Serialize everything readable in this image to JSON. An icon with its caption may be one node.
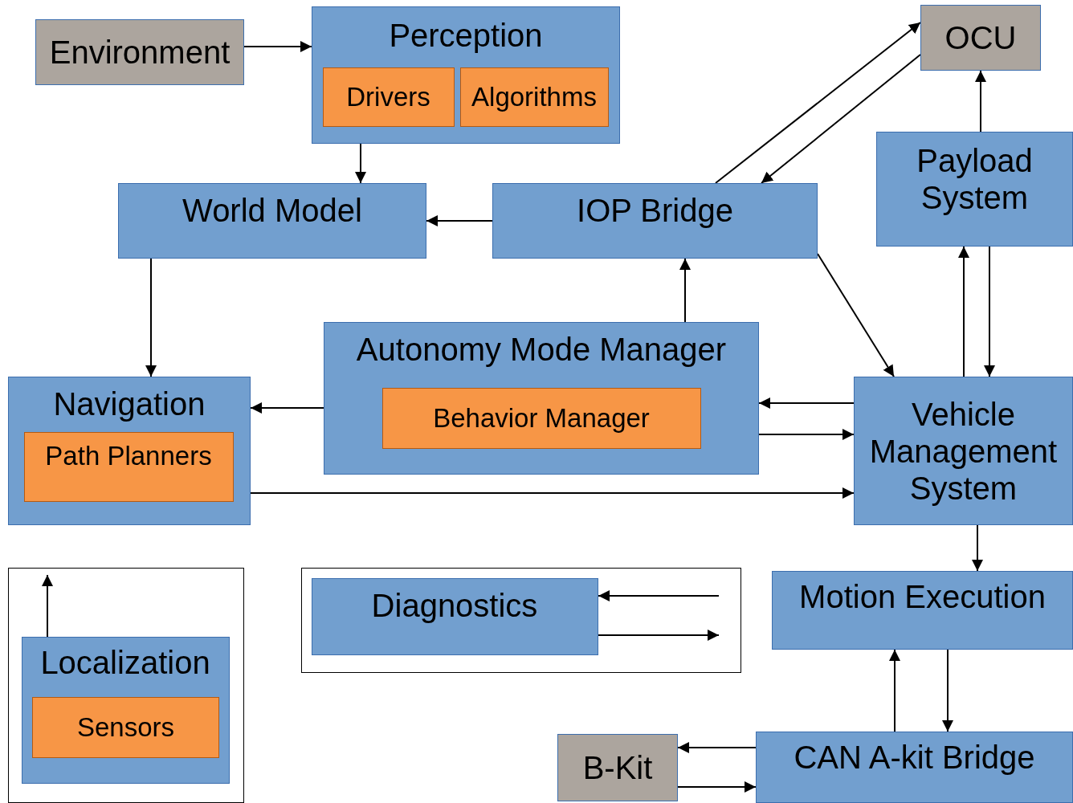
{
  "diagram": {
    "nodes": [
      {
        "text": [
          "Environment"
        ]
      },
      {
        "text": [
          "Perception"
        ]
      },
      {
        "text": [
          "Drivers"
        ],
        "in": 1
      },
      {
        "text": [
          "Algorithms"
        ],
        "in": 1
      },
      {
        "text": [
          "OCU"
        ]
      },
      {
        "text": [
          "World Model"
        ]
      },
      {
        "text": [
          "IOP Bridge"
        ]
      },
      {
        "text": [
          "Payload System"
        ]
      },
      {
        "text": [
          "Navigation"
        ]
      },
      {
        "text": [
          "Path Planners"
        ],
        "in": 8
      },
      {
        "text": [
          "Autonomy Mode Manager"
        ]
      },
      {
        "text": [
          "Behavior Manager"
        ],
        "in": 10
      },
      {
        "text": [
          "Vehicle Management System"
        ]
      },
      {
        "text": [],
        "shape": "box"
      },
      {
        "text": [
          "Localization"
        ],
        "in": 13
      },
      {
        "text": [
          "Sensors"
        ],
        "in": 14
      },
      {
        "text": [],
        "shape": "box"
      },
      {
        "text": [
          "Diagnostics"
        ],
        "in": 16
      },
      {
        "text": [
          "Motion Execution"
        ]
      },
      {
        "text": [
          "B-Kit"
        ]
      },
      {
        "text": [
          "CAN A-kit Bridge"
        ]
      }
    ],
    "edges": [
      {
        "from": 0,
        "to": 1,
        "arrow": "to"
      },
      {
        "from": 1,
        "to": 5,
        "arrow": "to"
      },
      {
        "from": 6,
        "to": 4,
        "arrow": "to"
      },
      {
        "from": 4,
        "to": 6,
        "arrow": "to"
      },
      {
        "from": 7,
        "to": 4,
        "arrow": "to"
      },
      {
        "from": 6,
        "to": 5,
        "arrow": "to"
      },
      {
        "from": 5,
        "to": 8,
        "arrow": "to"
      },
      {
        "from": 10,
        "to": 6,
        "arrow": "to"
      },
      {
        "from": 6,
        "to": 12,
        "arrow": "to"
      },
      {
        "from": 12,
        "to": 7,
        "arrow": "to"
      },
      {
        "from": 7,
        "to": 12,
        "arrow": "to"
      },
      {
        "from": 10,
        "to": 8,
        "arrow": "to"
      },
      {
        "from": 12,
        "to": 10,
        "arrow": "to"
      },
      {
        "from": 10,
        "to": 12,
        "arrow": "to"
      },
      {
        "from": 8,
        "to": 12,
        "arrow": "to"
      },
      {
        "from": 12,
        "to": 18,
        "arrow": "to"
      },
      {
        "from": 20,
        "to": 18,
        "arrow": "to"
      },
      {
        "from": 18,
        "to": 20,
        "arrow": "to"
      },
      {
        "from": 20,
        "to": 19,
        "arrow": "to"
      },
      {
        "from": 19,
        "to": 20,
        "arrow": "to"
      },
      {
        "from": 14,
        "to": null,
        "arrow": "to"
      },
      {
        "from": null,
        "to": 17,
        "arrow": "to"
      },
      {
        "from": 17,
        "to": null,
        "arrow": "to"
      }
    ]
  }
}
